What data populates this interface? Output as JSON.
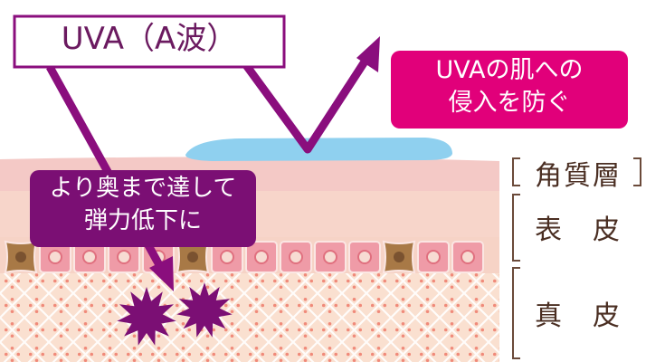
{
  "uva_label": "UVA（A波）",
  "protect_callout": [
    "UVAの肌への",
    "侵入を防ぐ"
  ],
  "deep_callout": [
    "より奥まで達して",
    "弾力低下に"
  ],
  "layers": {
    "stratum_corneum": "角質層",
    "epidermis": "表　皮",
    "dermis": "真　皮"
  },
  "colors": {
    "uv_arrow": "#8a0e7d",
    "protect_callout_bg": "#e1007a",
    "deep_callout_bg": "#7b0f74",
    "sunscreen_film": "#8fd0ef",
    "stratum_corneum": "#f4c9c6",
    "epidermis": "#f7d3c8",
    "dermis": "#fae0d0",
    "pink_cell": "#ef9ba7",
    "brown_cell": "#a87946",
    "label_text": "#4a2e22"
  }
}
